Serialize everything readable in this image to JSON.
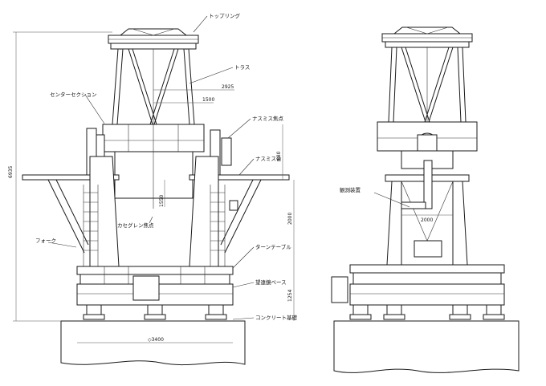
{
  "labels": {
    "top_ring": "トップリング",
    "truss": "トラス",
    "center_section": "センターセクション",
    "nasmyth_focus": "ナスミス焦点",
    "nasmyth_table": "ナスミス台",
    "cassegrain_focus": "カセグレン焦点",
    "fork": "フォーク",
    "turntable": "ターンテーブル",
    "telescope_base": "望遠鏡ベース",
    "concrete_foundation": "コンクリート基礎",
    "observation_device": "観測装置"
  },
  "dimensions": {
    "d2925": "2925",
    "d1500": "1500",
    "d6935": "6935",
    "d680": "680",
    "d2000": "2000",
    "d1550": "1550",
    "d1254": "1254",
    "d3400": "◇3400",
    "d2000b": "2000"
  }
}
